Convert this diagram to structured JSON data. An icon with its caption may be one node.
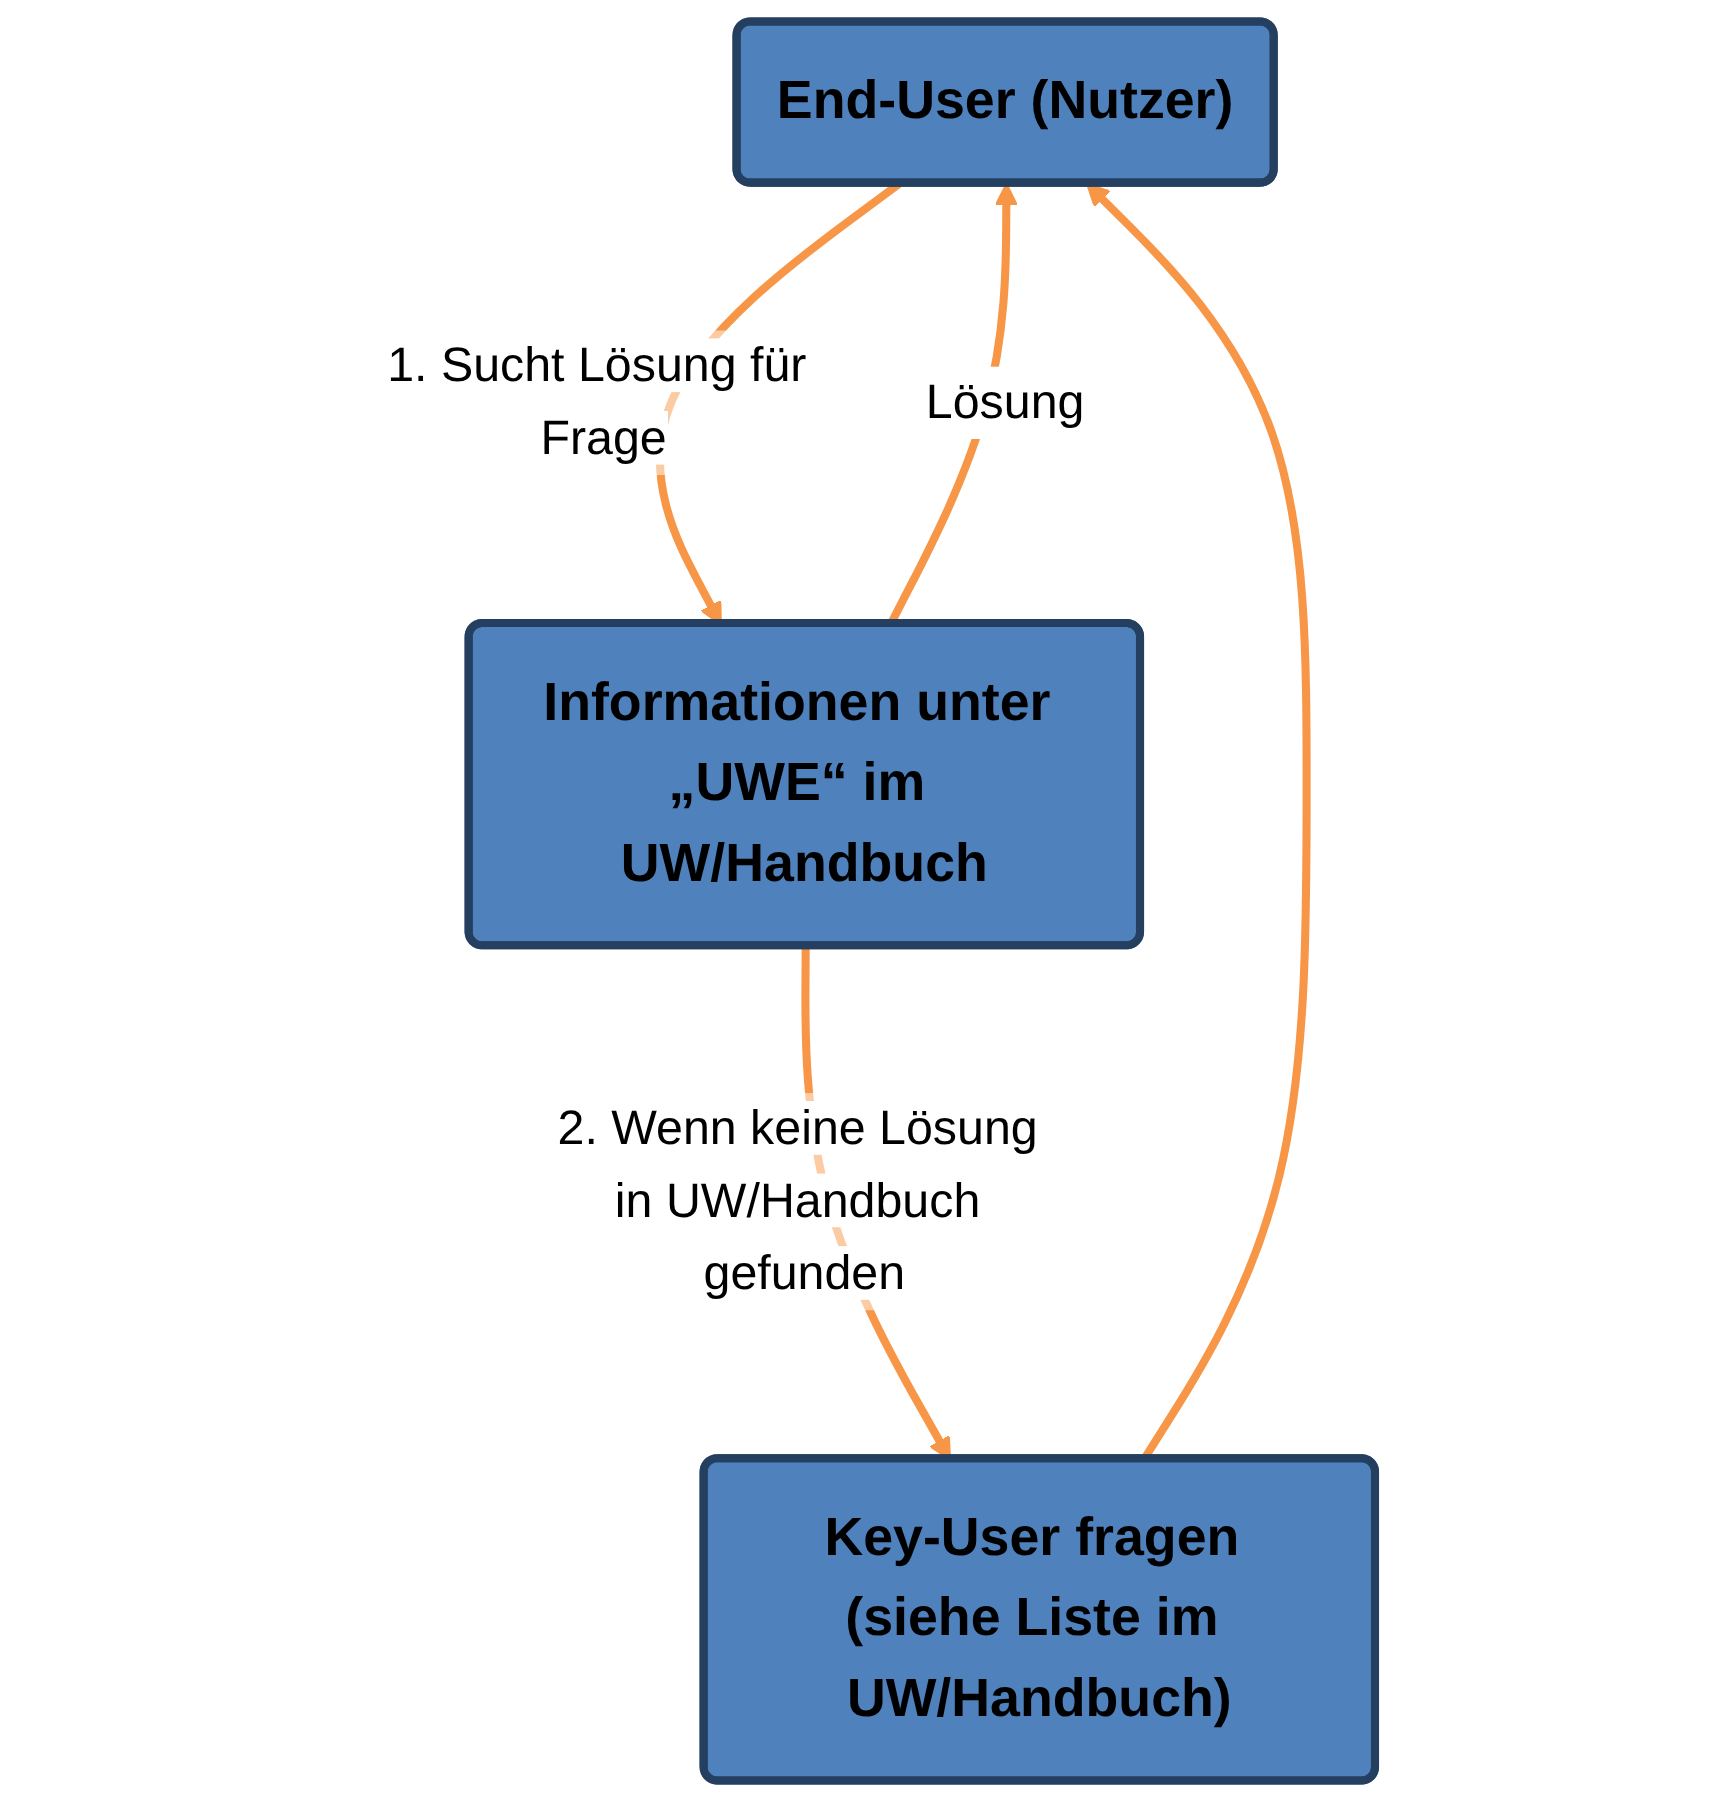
{
  "diagram": {
    "nodes": [
      {
        "text": [
          "End-User (Nutzer)"
        ]
      },
      {
        "text": [
          "Informationen unter „UWE“ im UW/Handbuch"
        ]
      },
      {
        "text": [
          "Key-User fragen (siehe Liste im UW/Handbuch)"
        ]
      }
    ],
    "edges": [
      {
        "from": 0,
        "to": 1,
        "arrow": "to",
        "label": "1. Sucht Lösung für Frage"
      },
      {
        "from": 1,
        "to": 2,
        "arrow": "to",
        "label": "2. Wenn keine Lösung in UW/Handbuch gefunden"
      },
      {
        "from": 1,
        "to": 0,
        "arrow": "to",
        "label": "Lösung"
      },
      {
        "from": 2,
        "to": 0,
        "arrow": "to"
      }
    ]
  }
}
